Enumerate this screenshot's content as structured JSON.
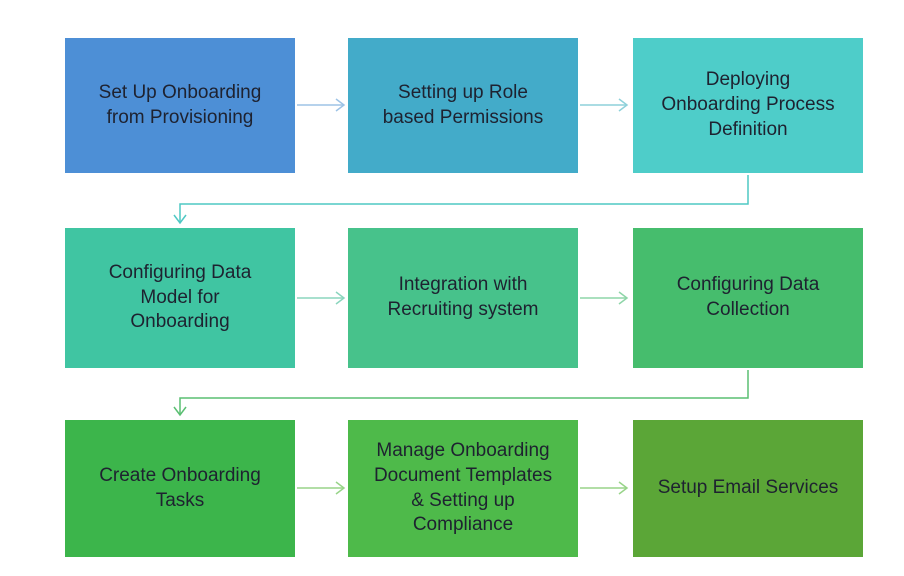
{
  "diagram": {
    "background_color": "#ffffff",
    "text_color": "#1e2230",
    "boxes": [
      {
        "id": "setup-onboarding-from-provisioning",
        "label": "Set Up Onboarding\nfrom Provisioning",
        "color": "#4d8fd6"
      },
      {
        "id": "setting-up-role-based-permissions",
        "label": "Setting up Role\nbased Permissions",
        "color": "#43abc9"
      },
      {
        "id": "deploying-onboarding-process-definition",
        "label": "Deploying\nOnboarding Process\nDefinition",
        "color": "#4ecdc9"
      },
      {
        "id": "configuring-data-model-for-onboarding",
        "label": "Configuring Data\nModel for\nOnboarding",
        "color": "#40c5a2"
      },
      {
        "id": "integration-with-recruiting-system",
        "label": "Integration with\nRecruiting system",
        "color": "#47c28b"
      },
      {
        "id": "configuring-data-collection",
        "label": "Configuring Data\nCollection",
        "color": "#46bd6d"
      },
      {
        "id": "create-onboarding-tasks",
        "label": "Create Onboarding\nTasks",
        "color": "#3cb54b"
      },
      {
        "id": "manage-onboarding-document-templates",
        "label": "Manage Onboarding\nDocument Templates\n& Setting up\nCompliance",
        "color": "#4eba4a"
      },
      {
        "id": "setup-email-services",
        "label": "Setup Email Services",
        "color": "#5ba637"
      }
    ],
    "arrows": [
      {
        "from": "setup-onboarding-from-provisioning",
        "to": "setting-up-role-based-permissions",
        "color": "#9dc3e6"
      },
      {
        "from": "setting-up-role-based-permissions",
        "to": "deploying-onboarding-process-definition",
        "color": "#8ed1da"
      },
      {
        "from": "deploying-onboarding-process-definition",
        "to": "configuring-data-model-for-onboarding",
        "color": "#4fc8c4"
      },
      {
        "from": "configuring-data-model-for-onboarding",
        "to": "integration-with-recruiting-system",
        "color": "#8bd5be"
      },
      {
        "from": "integration-with-recruiting-system",
        "to": "configuring-data-collection",
        "color": "#8ed5a8"
      },
      {
        "from": "configuring-data-collection",
        "to": "create-onboarding-tasks",
        "color": "#5abf72"
      },
      {
        "from": "create-onboarding-tasks",
        "to": "manage-onboarding-document-templates",
        "color": "#98d489"
      },
      {
        "from": "manage-onboarding-document-templates",
        "to": "setup-email-services",
        "color": "#98d489"
      }
    ]
  }
}
